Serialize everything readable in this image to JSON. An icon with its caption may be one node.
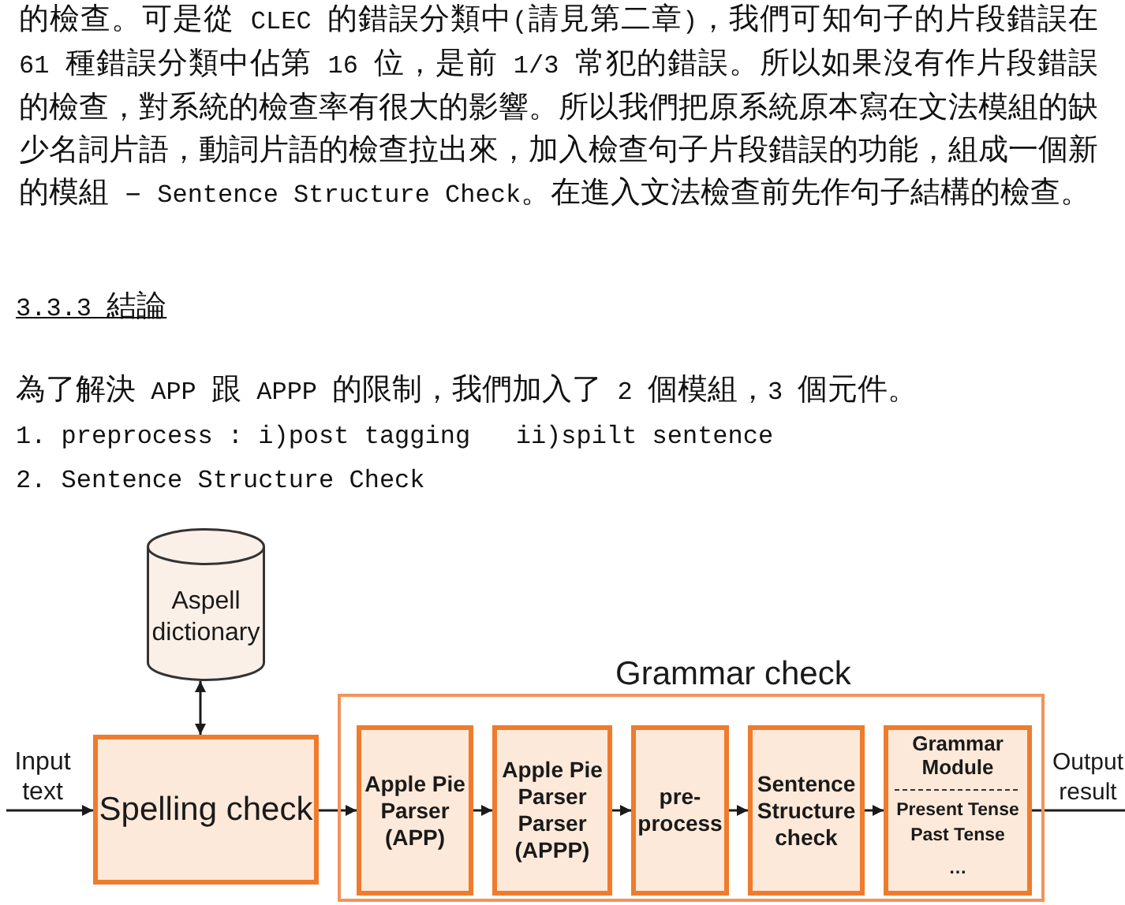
{
  "diagram": {
    "nodes": [
      {
        "text": [
          "Aspell dictionary"
        ]
      },
      {
        "text": [
          "Input text"
        ]
      },
      {
        "text": [
          "Spelling check"
        ]
      },
      {
        "text": [
          "Grammar check"
        ]
      },
      {
        "text": [
          "Apple Pie Parser (APP)"
        ],
        "in": 3
      },
      {
        "text": [
          "Apple Pie Parser Parser (APPP)"
        ],
        "in": 3
      },
      {
        "text": [
          "pre-process"
        ],
        "in": 3
      },
      {
        "text": [
          "Sentence Structure check"
        ],
        "in": 3
      },
      {
        "text": [
          "Grammar Module",
          "Present Tense",
          "Past Tense",
          "…"
        ],
        "in": 3
      },
      {
        "text": [
          "Output result"
        ]
      }
    ],
    "edges": [
      {
        "from": 0,
        "to": 2,
        "arrow": "both"
      },
      {
        "from": 1,
        "to": 2,
        "arrow": "to"
      },
      {
        "from": 2,
        "to": 4,
        "arrow": "to"
      },
      {
        "from": 4,
        "to": 5,
        "arrow": "to"
      },
      {
        "from": 5,
        "to": 6,
        "arrow": "to"
      },
      {
        "from": 6,
        "to": 7,
        "arrow": "to"
      },
      {
        "from": 7,
        "to": 8,
        "arrow": "to"
      },
      {
        "from": 8,
        "to": 9,
        "arrow": "none"
      }
    ],
    "labels": [
      "的檢查。可是從 CLEC 的錯誤分類中(請見第二章)，我們可知句子的片段錯誤在61 種錯誤分類中佔第 16 位，是前 1/3 常犯的錯誤。所以如果沒有作片段錯誤的檢查，對系統的檢查率有很大的影響。所以我們把原系統原本寫在文法模組的缺少名詞片語，動詞片語的檢查拉出來，加入檢查句子片段錯誤的功能，組成一個新的模組 – Sentence Structure Check。在進入文法檢查前先作句子結構的檢查。",
      "3.3.3 結論",
      "為了解決 APP 跟 APPP 的限制，我們加入了 2 個模組，3 個元件。",
      "1. preprocess : i)post tagging   ii)spilt sentence",
      "2. Sentence Structure Check"
    ]
  }
}
